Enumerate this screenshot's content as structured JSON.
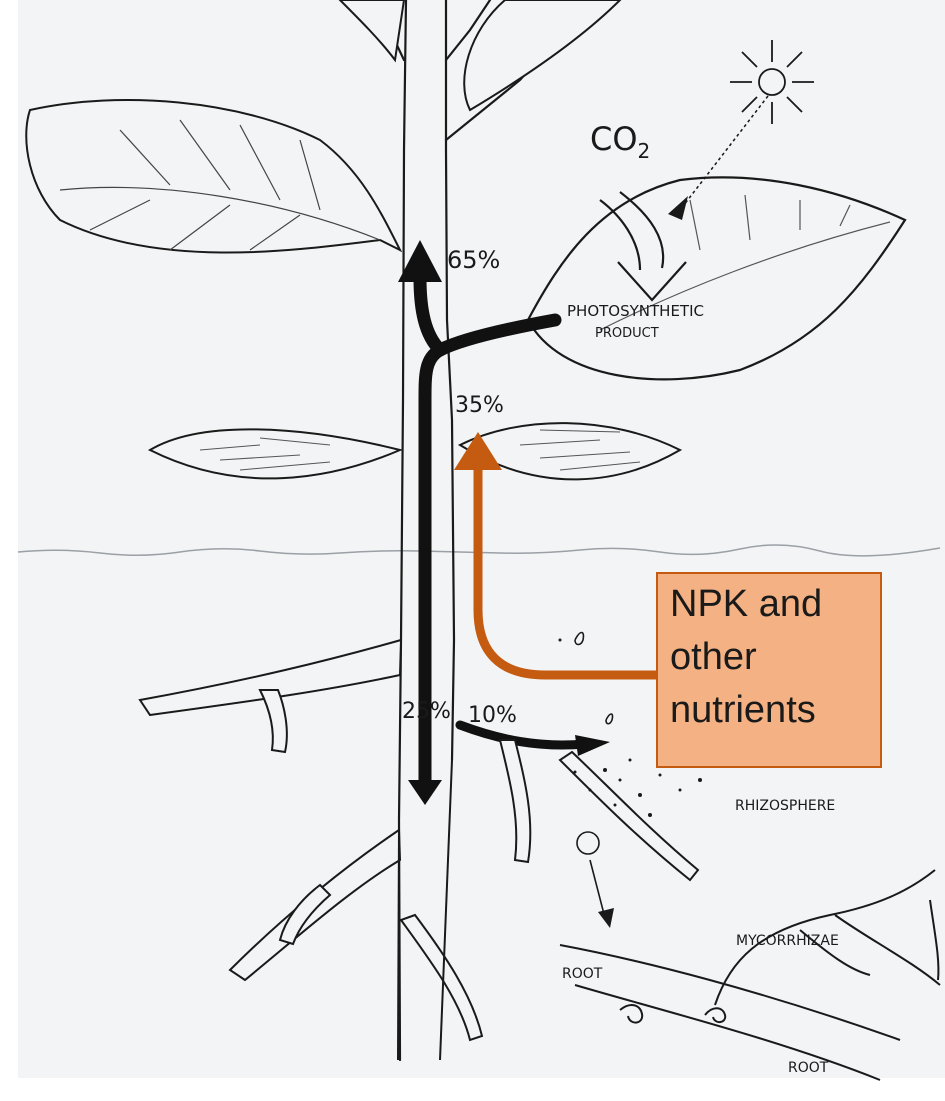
{
  "labels": {
    "co2": "CO",
    "co2_subscript": "2",
    "photosynthetic_line1": "PHOTOSYNTHETIC",
    "photosynthetic_line2": "PRODUCT",
    "pct_up": "65%",
    "pct_down": "35%",
    "pct_root": "25%",
    "pct_rhizo": "10%",
    "rhizosphere": "RHIZOSPHERE",
    "mycorrhizae": "MYCORRHIZAE",
    "root_left": "ROOT",
    "root_right": "ROOT"
  },
  "callout": {
    "text": "NPK and other nutrients"
  },
  "colors": {
    "paper": "#f3f4f5",
    "ink": "#1a1a1a",
    "nutrient_arrow": "#c55a11",
    "callout_fill": "#f4b183",
    "callout_border": "#c55a11"
  }
}
